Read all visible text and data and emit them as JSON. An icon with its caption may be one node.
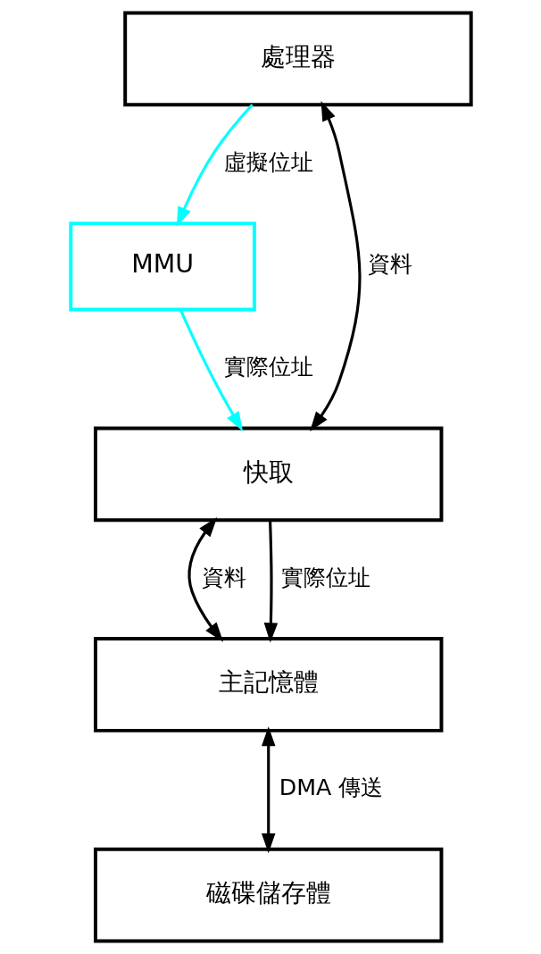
{
  "diagram": {
    "nodes": [
      {
        "text": [
          "處理器"
        ]
      },
      {
        "text": [
          "MMU"
        ]
      },
      {
        "text": [
          "快取"
        ]
      },
      {
        "text": [
          "主記憶體"
        ]
      },
      {
        "text": [
          "磁碟儲存體"
        ]
      }
    ],
    "edges": [
      {
        "from": 0,
        "to": 2,
        "arrow": "both",
        "label": "資料"
      },
      {
        "from": 0,
        "to": 1,
        "arrow": "to",
        "label": "虛擬位址",
        "color": "#00ffff"
      },
      {
        "from": 1,
        "to": 2,
        "arrow": "to",
        "label": "實際位址",
        "color": "#00ffff"
      },
      {
        "from": 2,
        "to": 3,
        "arrow": "both",
        "label": "資料"
      },
      {
        "from": 2,
        "to": 3,
        "arrow": "to",
        "label": "實際位址"
      },
      {
        "from": 3,
        "to": 4,
        "arrow": "both",
        "label": "DMA 傳送"
      }
    ]
  }
}
